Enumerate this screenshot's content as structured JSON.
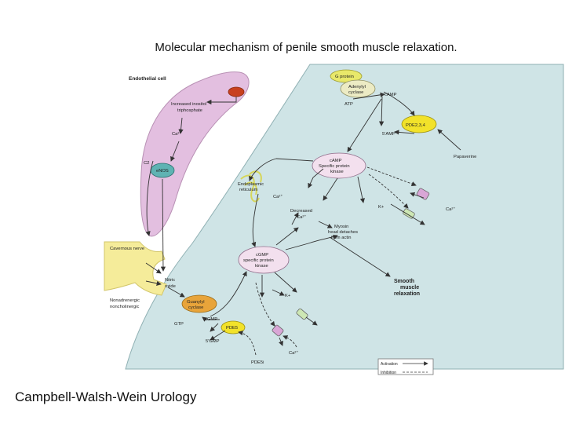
{
  "title": "Molecular mechanism of penile smooth muscle relaxation.",
  "source": "Campbell-Walsh-Wein Urology",
  "labels": {
    "endothelial_cell": "Endothelial cell",
    "inositol_1": "Increased inositol",
    "inositol_2": "triphosphate",
    "ca_endo": "Ca²⁺",
    "c2": "C2",
    "enos": "eNOS",
    "cavernous_nerve": "Cavernous nerve",
    "nitric_1": "Nitric",
    "nitric_2": "oxide",
    "nanc_1": "Nonadrenergic",
    "nanc_2": "noncholinergic",
    "g_protein": "G protein",
    "adenylyl_1": "Adenylyl",
    "adenylyl_2": "cyclase",
    "atp": "ATP",
    "camp": "cAMP",
    "pde234": "PDE2,3,4",
    "amp5": "5'AMP",
    "papaverine": "Papaverine",
    "camp_kinase_1": "cAMP",
    "camp_kinase_2": "Specific protein",
    "camp_kinase_3": "kinase",
    "er_1": "Endoplasmic",
    "er_2": "reticulum",
    "ca_er": "Ca²⁺",
    "decreased_1": "Decreased",
    "decreased_2": "Ca²⁺",
    "k_right": "K+",
    "ca_right": "Ca²⁺",
    "myosin_1": "Myosin",
    "myosin_2": "head detaches",
    "myosin_3": "from actin",
    "cgmp_kinase_1": "cGMP",
    "cgmp_kinase_2": "specific protein",
    "cgmp_kinase_3": "kinase",
    "smooth_1": "Smooth",
    "smooth_2": "muscle",
    "smooth_3": "relaxation",
    "guanylyl_1": "Guanylyl",
    "guanylyl_2": "cyclase",
    "gtp": "GTP",
    "cgmp": "cGMP",
    "gmp5": "5'GMP",
    "pde5": "PDE5",
    "k_bottom": "K+",
    "ca_bottom": "Ca²⁺",
    "pde5i": "PDE5i",
    "legend_activation": "Activation",
    "legend_inhibition": "Inhibition"
  }
}
